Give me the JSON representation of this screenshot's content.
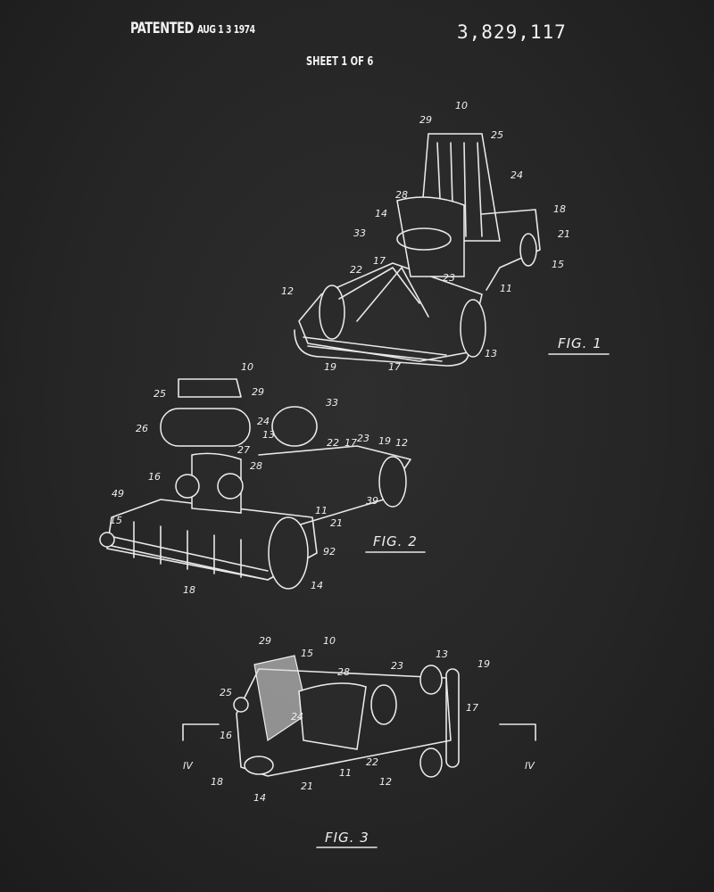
{
  "header": {
    "patented_label": "PATENTED",
    "patented_date": "AUG 1 3 1974",
    "patent_number": "3,829,117",
    "sheet": "SHEET 1 OF 6"
  },
  "figures": [
    {
      "label": "FIG. 1",
      "refs": [
        "10",
        "29",
        "25",
        "24",
        "28",
        "14",
        "33",
        "18",
        "21",
        "15",
        "17",
        "22",
        "23",
        "11",
        "12",
        "19",
        "17",
        "13"
      ]
    },
    {
      "label": "FIG. 2",
      "refs": [
        "10",
        "25",
        "29",
        "33",
        "26",
        "24",
        "27",
        "13",
        "28",
        "22",
        "17",
        "23",
        "19",
        "12",
        "16",
        "49",
        "15",
        "11",
        "21",
        "39",
        "92",
        "18",
        "14"
      ]
    },
    {
      "label": "FIG. 3",
      "refs": [
        "29",
        "15",
        "10",
        "28",
        "13",
        "23",
        "19",
        "25",
        "24",
        "17",
        "16",
        "22",
        "11",
        "12",
        "18",
        "21",
        "14"
      ],
      "section_marks": [
        "IV",
        "IV"
      ]
    }
  ],
  "colors": {
    "background": "#262626",
    "ink": "#eeeeee"
  }
}
